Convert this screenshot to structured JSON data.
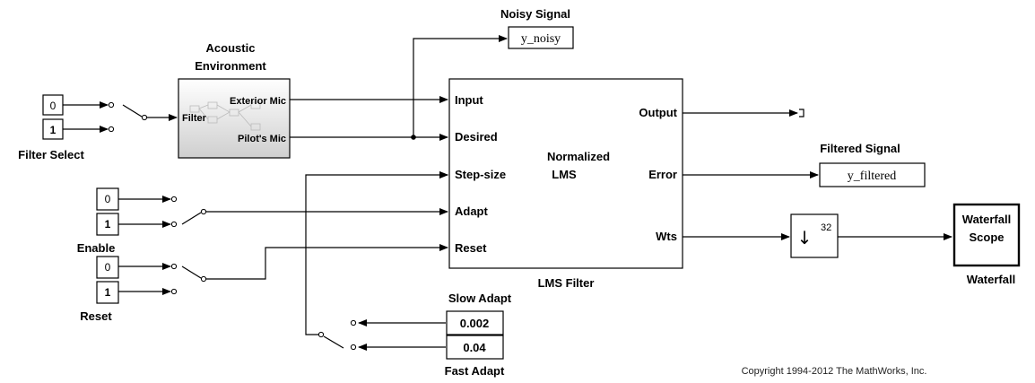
{
  "blocks": {
    "noisy_signal": {
      "title": "Noisy Signal",
      "value": "y_noisy"
    },
    "acoustic_env": {
      "title_line1": "Acoustic",
      "title_line2": "Environment",
      "port_filter": "Filter",
      "port_exterior": "Exterior Mic",
      "port_pilot": "Pilot's Mic"
    },
    "filter_select": {
      "label": "Filter Select",
      "val_top": "0",
      "val_bottom": "1"
    },
    "enable": {
      "label": "Enable",
      "val_top": "0",
      "val_bottom": "1"
    },
    "reset": {
      "label": "Reset",
      "val_top": "0",
      "val_bottom": "1"
    },
    "lms": {
      "label": "LMS Filter",
      "center_line1": "Normalized",
      "center_line2": "LMS",
      "in_input": "Input",
      "in_desired": "Desired",
      "in_stepsize": "Step-size",
      "in_adapt": "Adapt",
      "in_reset": "Reset",
      "out_output": "Output",
      "out_error": "Error",
      "out_wts": "Wts"
    },
    "filtered_signal": {
      "title": "Filtered Signal",
      "value": "y_filtered"
    },
    "downsample": {
      "factor": "32"
    },
    "waterfall": {
      "line1": "Waterfall",
      "line2": "Scope",
      "label": "Waterfall"
    },
    "slow_adapt": {
      "label": "Slow Adapt",
      "value": "0.002"
    },
    "fast_adapt": {
      "label": "Fast Adapt",
      "value": "0.04"
    }
  },
  "copyright": "Copyright 1994-2012 The MathWorks, Inc."
}
